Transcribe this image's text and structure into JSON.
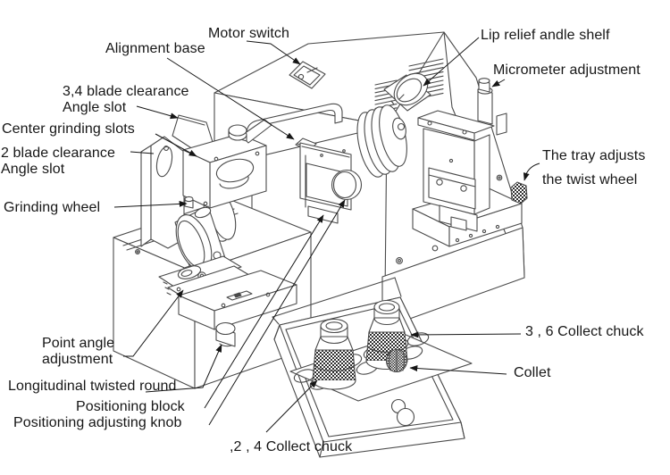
{
  "diagram": {
    "labels": {
      "motor_switch": "Motor switch",
      "alignment_base": "Alignment base",
      "lip_relief": "Lip relief andle shelf",
      "micrometer": "Micrometer adjustment",
      "blade34_line1": "3,4 blade clearance",
      "blade34_line2": "Angle slot",
      "center_grinding": "Center grinding slots",
      "blade2_line1": "2 blade clearance",
      "blade2_line2": "Angle slot",
      "grinding_wheel": "Grinding wheel",
      "tray_line1": "The tray adjusts",
      "tray_line2": "the twist wheel",
      "point_angle_line1": "Point angle",
      "point_angle_line2": "adjustment",
      "longitudinal": "Longitudinal twisted round",
      "positioning_block": "Positioning block",
      "positioning_knob": "Positioning adjusting knob",
      "chuck24": ",2 , 4 Collect chuck",
      "chuck36": "3 , 6 Collect chuck",
      "collet": "Collet"
    },
    "colors": {
      "background": "#ffffff",
      "machine_line": "#4a4a4a",
      "leader_line": "#161616",
      "label_text": "#161616"
    }
  }
}
